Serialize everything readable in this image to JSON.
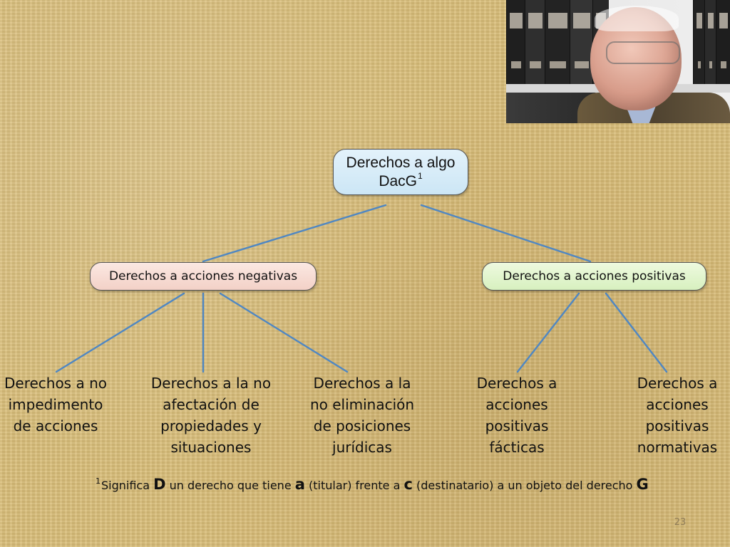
{
  "diagram": {
    "root": {
      "line1": "Derechos a algo",
      "line2": "DacG",
      "sup": "1"
    },
    "branches": {
      "negative": "Derechos a acciones negativas",
      "positive": "Derechos a acciones positivas"
    },
    "leaves": {
      "no_impedimento": "Derechos a no\nimpedimento\nde acciones",
      "no_afectacion": "Derechos a la no\nafectación de\npropiedades y\nsituaciones",
      "no_eliminacion": "Derechos a la\nno eliminación\nde posiciones\njurídicas",
      "facticas": "Derechos a\nacciones\npositivas\nfácticas",
      "normativas": "Derechos a\nacciones\npositivas\nnormativas"
    }
  },
  "footnote": {
    "marker": "1",
    "part1": "Significa ",
    "D": "D",
    "part2": " un derecho que tiene ",
    "a": "a",
    "part3": " (titular) frente a ",
    "c": "c",
    "part4": " (destinatario) a un objeto del derecho ",
    "G": "G"
  },
  "slide": {
    "number": "23"
  },
  "colors": {
    "line": "#4f87c3",
    "root_fill": "#cde7f5",
    "negative_fill": "#f3d1c7",
    "positive_fill": "#d7f0bf",
    "background": "#d9bd78"
  }
}
